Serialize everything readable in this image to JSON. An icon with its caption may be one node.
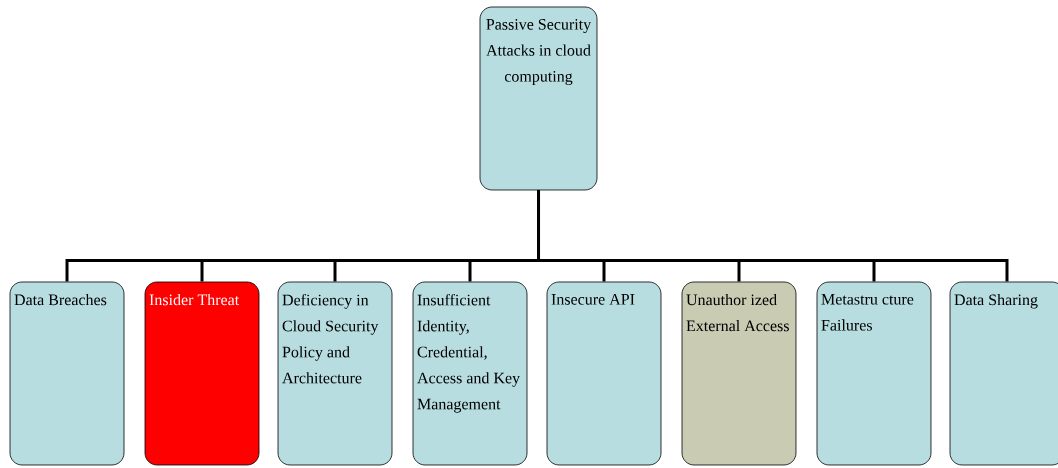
{
  "diagram": {
    "nodes": [
      {
        "text": [
          "Passive Security Attacks in cloud computing"
        ]
      },
      {
        "text": [
          "Data Breaches"
        ]
      },
      {
        "text": [
          "Insider Threat"
        ]
      },
      {
        "text": [
          "Deficiency in Cloud Security Policy and Architecture"
        ]
      },
      {
        "text": [
          "Insufficient Identity, Credential, Access and Key Management"
        ]
      },
      {
        "text": [
          "Insecure API"
        ]
      },
      {
        "text": [
          "Unauthor ized External Access"
        ]
      },
      {
        "text": [
          "Metastru cture Failures"
        ]
      },
      {
        "text": [
          "Data Sharing"
        ]
      }
    ],
    "edges": [
      {
        "from": 0,
        "to": 1,
        "arrow": "none"
      },
      {
        "from": 0,
        "to": 2,
        "arrow": "none"
      },
      {
        "from": 0,
        "to": 3,
        "arrow": "none"
      },
      {
        "from": 0,
        "to": 4,
        "arrow": "none"
      },
      {
        "from": 0,
        "to": 5,
        "arrow": "none"
      },
      {
        "from": 0,
        "to": 6,
        "arrow": "none"
      },
      {
        "from": 0,
        "to": 7,
        "arrow": "none"
      },
      {
        "from": 0,
        "to": 8,
        "arrow": "none"
      }
    ]
  }
}
